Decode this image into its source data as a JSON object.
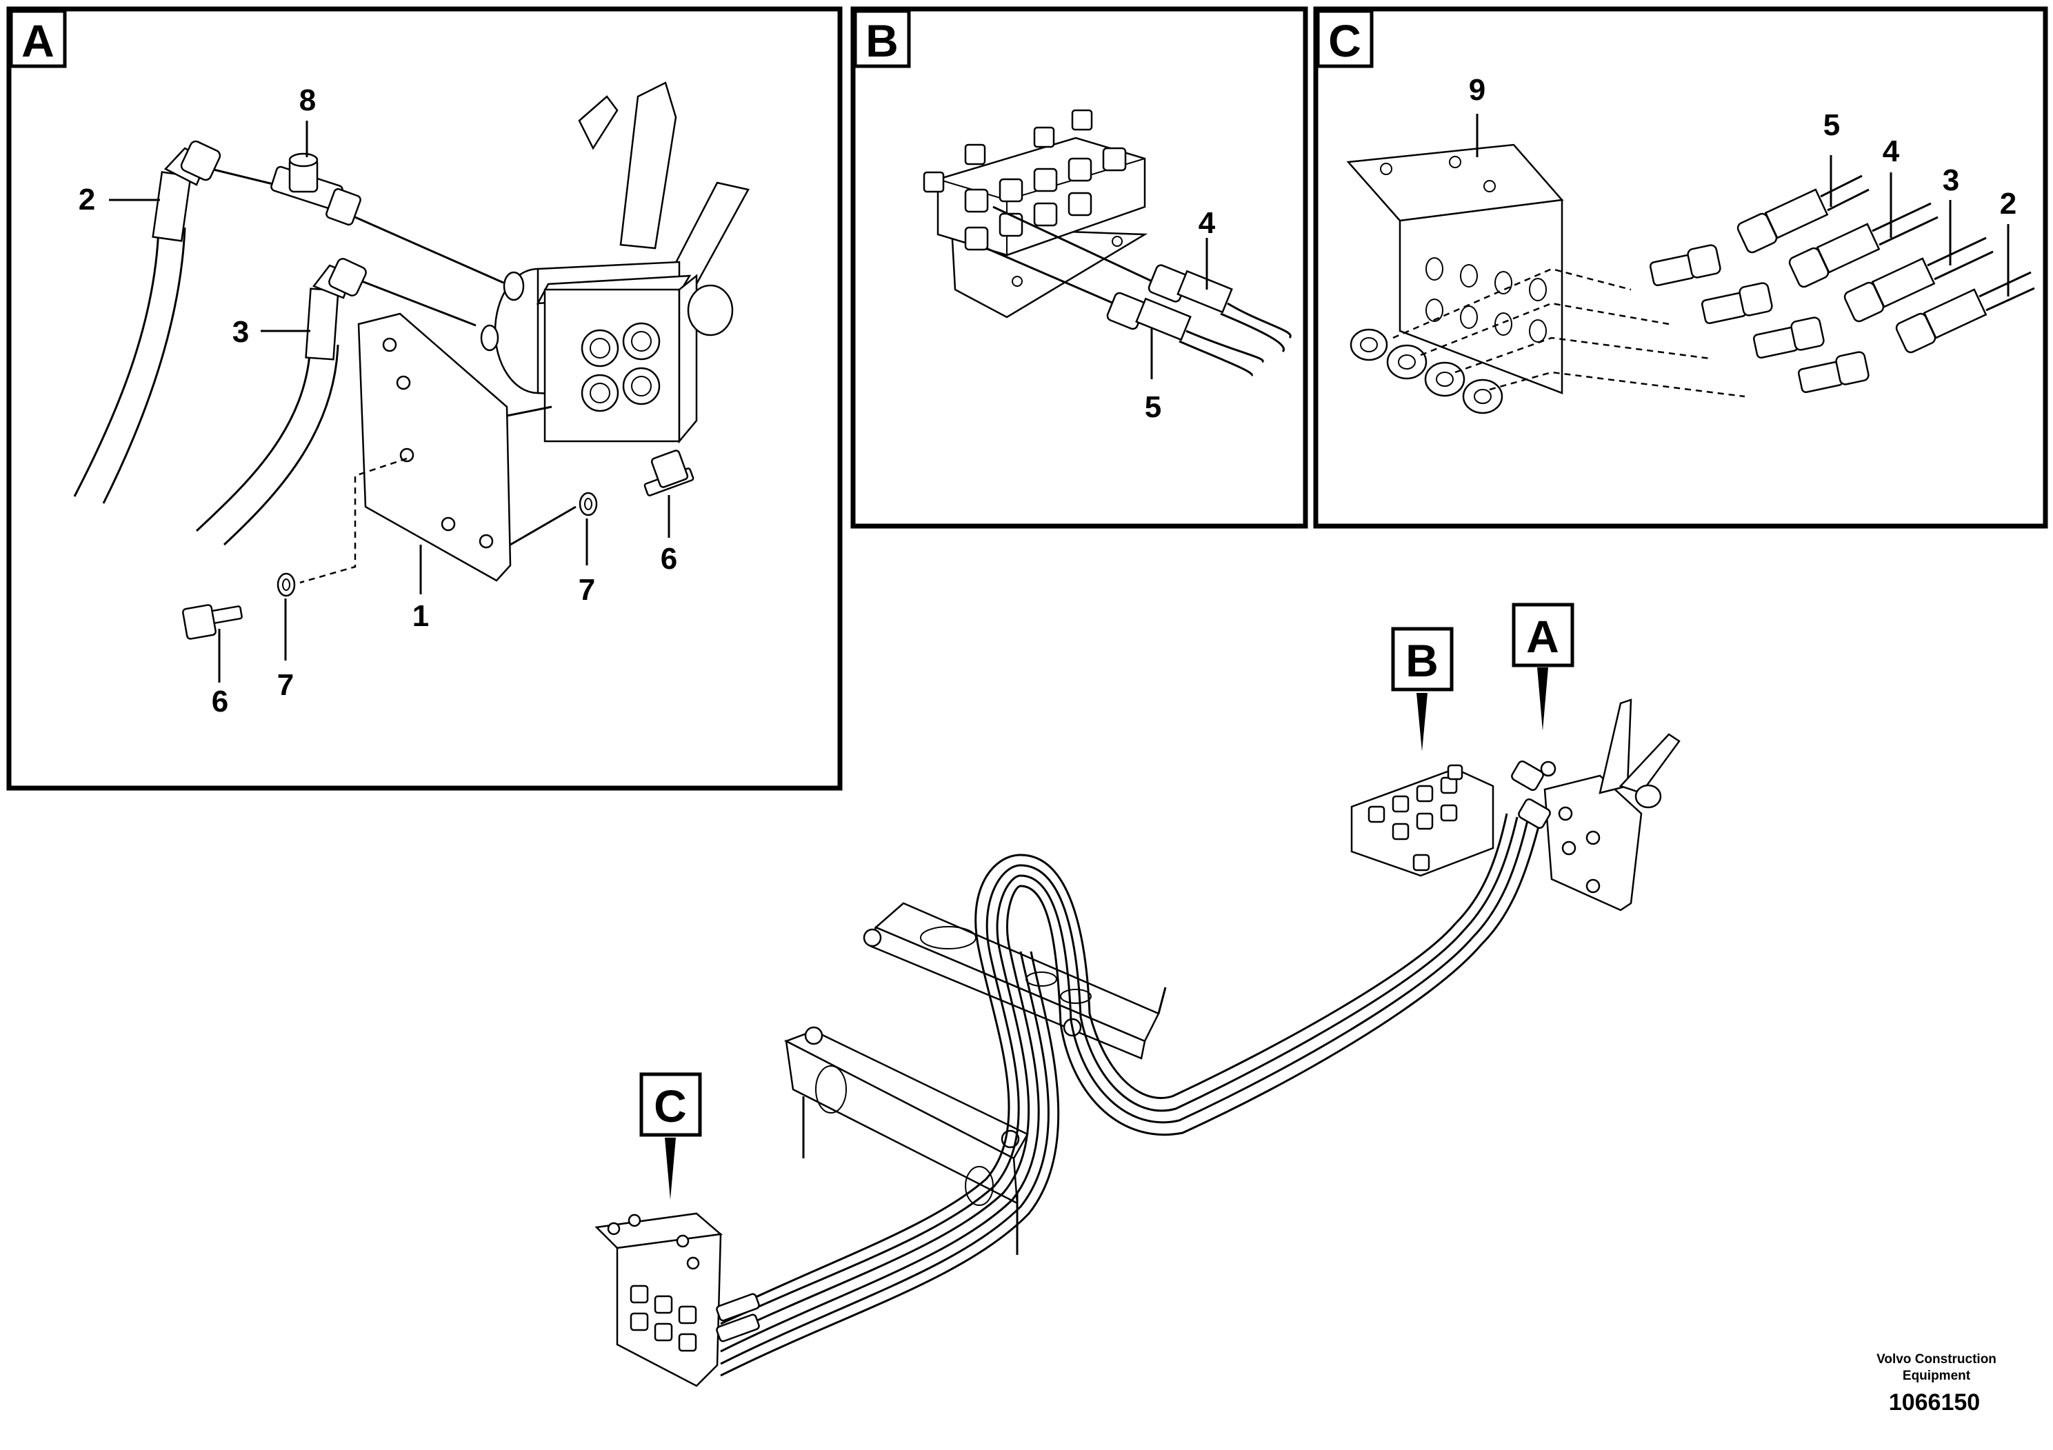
{
  "panels": {
    "a": {
      "letter": "A"
    },
    "b": {
      "letter": "B"
    },
    "c": {
      "letter": "C"
    }
  },
  "callouts": {
    "a": [
      "8",
      "2",
      "3",
      "1",
      "7",
      "6",
      "6",
      "7"
    ],
    "b": [
      "4",
      "5"
    ],
    "c": [
      "9",
      "5",
      "4",
      "3",
      "2"
    ]
  },
  "overview_tags": [
    "B",
    "A",
    "C"
  ],
  "footer": {
    "brand_line1": "Volvo Construction",
    "brand_line2": "Equipment",
    "drawing_number": "1066150"
  }
}
